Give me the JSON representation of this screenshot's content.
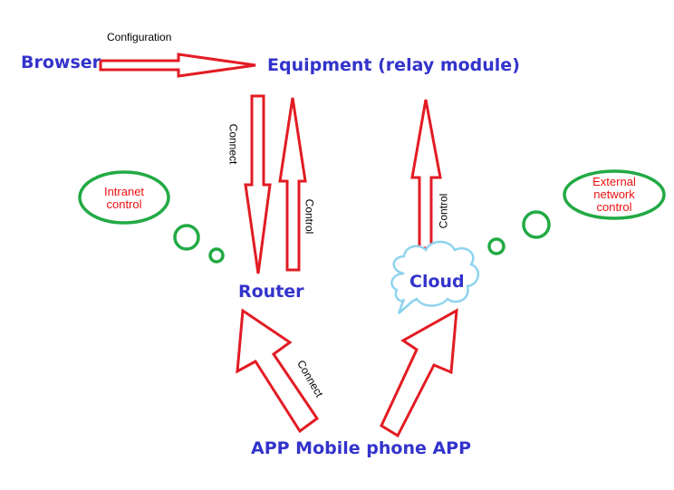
{
  "nodes": {
    "browser": "Browser",
    "equipment": "Equipment (relay module)",
    "router": "Router",
    "cloud": "Cloud",
    "app": "APP Mobile phone APP"
  },
  "edges": {
    "configuration": "Configuration",
    "connect_down": "Connect",
    "control_up": "Control",
    "cloud_control": "Control",
    "connect_app": "Connect"
  },
  "bubbles": {
    "intranet": "Intranet control",
    "external": "External network control"
  },
  "colors": {
    "node_text": "#3333cc",
    "arrow": "#e31b23",
    "bubble_outline": "#22aa44",
    "bubble_text": "#ee1111",
    "cloud_outline": "#8fd3ee"
  }
}
